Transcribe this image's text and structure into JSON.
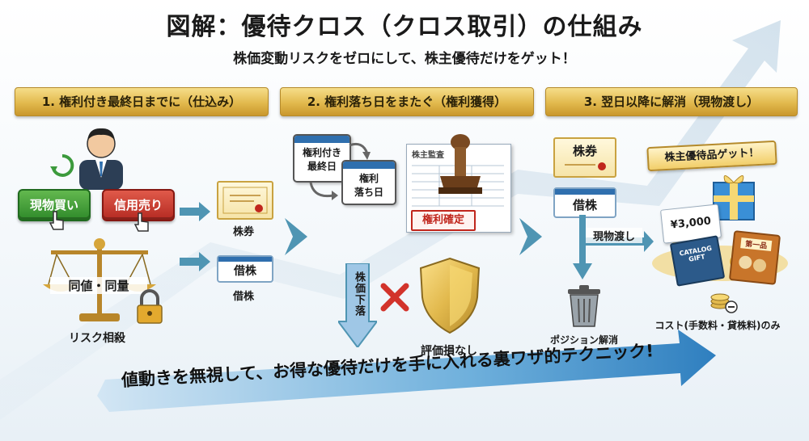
{
  "title": "図解：優待クロス（クロス取引）の仕組み",
  "subtitle": "株価変動リスクをゼロにして、株主優待だけをゲット！",
  "steps": [
    {
      "banner": "1. 権利付き最終日までに（仕込み）",
      "buy_button": "現物買い",
      "sell_button": "信用売り",
      "balance_label": "同値・同量",
      "risk_label": "リスク相殺",
      "stock_certificate": "株券",
      "borrowed_stock": "借株"
    },
    {
      "banner": "2. 権利落ち日をまたぐ（権利獲得）",
      "calendar_last_day": [
        "権利付き",
        "最終日"
      ],
      "calendar_ex_day": [
        "権利",
        "落ち日"
      ],
      "document_header": "株主監査",
      "stamp_text": "権利確定",
      "price_drop": "株価下落",
      "no_loss": "評価損なし"
    },
    {
      "banner": "3. 翌日以降に解消（現物渡し）",
      "stock_certificate": "株券",
      "borrowed_stock": "借株",
      "delivery": "現物渡し",
      "position_close": "ポジション解消",
      "gift_banner": "株主優待品ゲット！",
      "gift_card_value": "¥3,000",
      "catalog_text": [
        "CATALOG",
        "GIFT"
      ],
      "snack_label": "第一品",
      "cost_note": "コスト(手数料・貸株料)のみ"
    }
  ],
  "tagline": "値動きを無視して、お得な優待だけを手に入れる裏ワザ的テクニック!",
  "colors": {
    "gold": "#e2b94d",
    "blue": "#2f6fae",
    "teal_arrow": "#4f95b3",
    "green": "#2f8a2a",
    "red": "#c0261c"
  }
}
